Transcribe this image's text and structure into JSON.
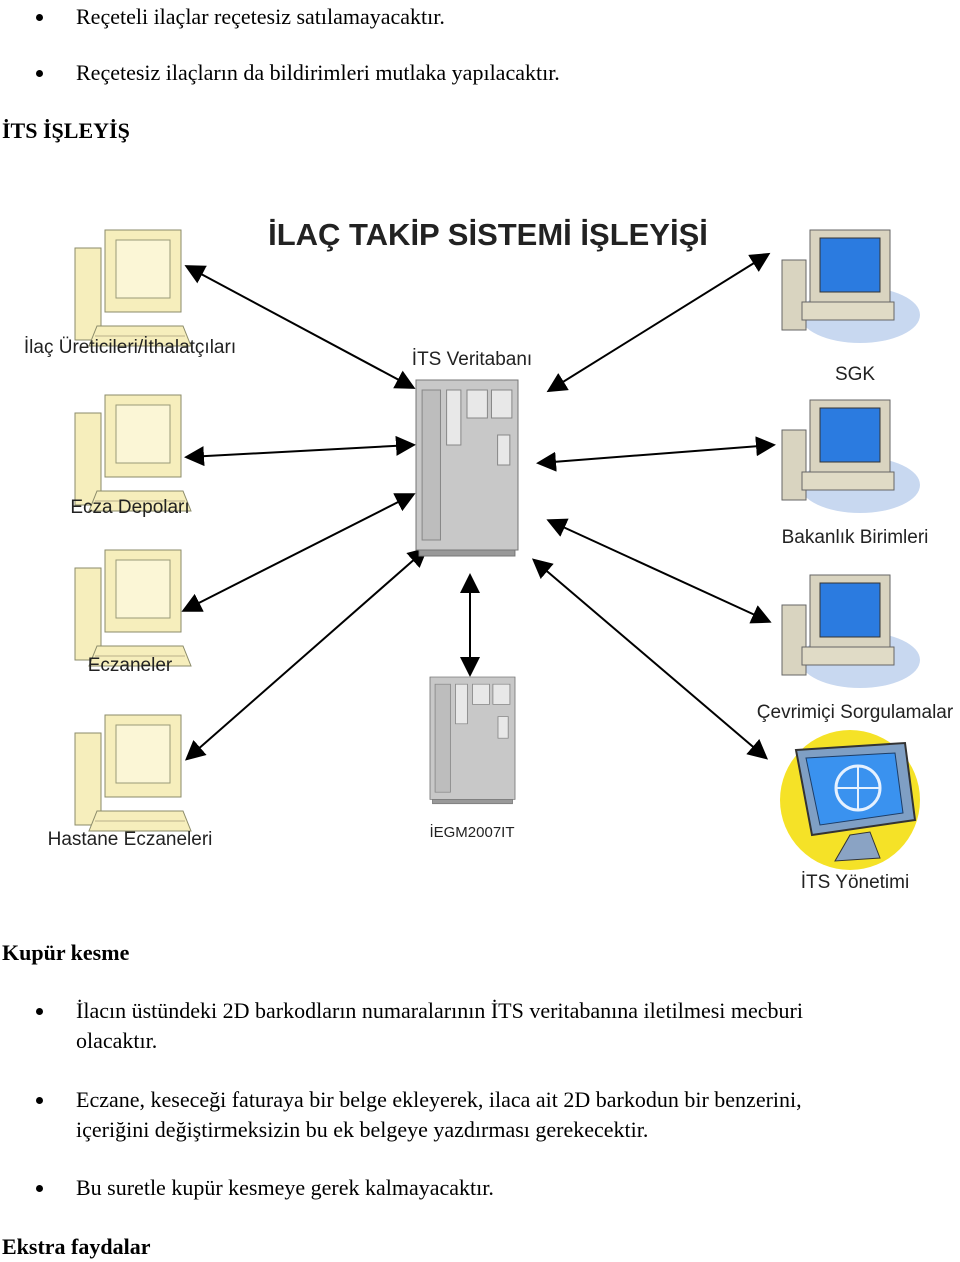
{
  "intro_bullets": [
    "Reçeteli ilaçlar reçetesiz satılamayacaktır.",
    "Reçetesiz ilaçların da bildirimleri mutlaka yapılacaktır."
  ],
  "section1_title": "İTS İŞLEYİŞ",
  "diagram": {
    "title": "İLAÇ TAKİP SİSTEMİ İŞLEYİŞİ",
    "center_label": "İTS Veritabanı",
    "bottom_label": "İEGM2007IT",
    "left_nodes": [
      "İlaç Üreticileri/İthalatçıları",
      "Ecza Depoları",
      "Eczaneler",
      "Hastane Eczaneleri"
    ],
    "right_nodes": [
      "SGK",
      "Bakanlık Birimleri",
      "Çevrimiçi Sorgulamalar",
      "İTS Yönetimi"
    ]
  },
  "section2_title": "Kupür kesme",
  "section2_bullets": [
    {
      "line1": "İlacın üstündeki 2D barkodların numaralarının İTS veritabanına iletilmesi mecburi",
      "line2": "olacaktır."
    },
    {
      "line1": "Eczane, keseceği faturaya bir belge ekleyerek, ilaca ait 2D barkodun bir benzerini,",
      "line2": "içeriğini değiştirmeksizin bu ek belgeye yazdırması gerekecektir."
    },
    {
      "line1": "Bu suretle kupür kesmeye gerek kalmayacaktır.",
      "line2": ""
    }
  ],
  "section3_title": "Ekstra faydalar",
  "colors": {
    "screen_blue": "#2b7be0",
    "beige": "#f6eebc",
    "server_gray": "#c8c8c8",
    "yellow": "#f5e227"
  },
  "icons": [
    "pc-beige-icon",
    "pc-blue-icon",
    "server-icon",
    "monitor-icon"
  ]
}
